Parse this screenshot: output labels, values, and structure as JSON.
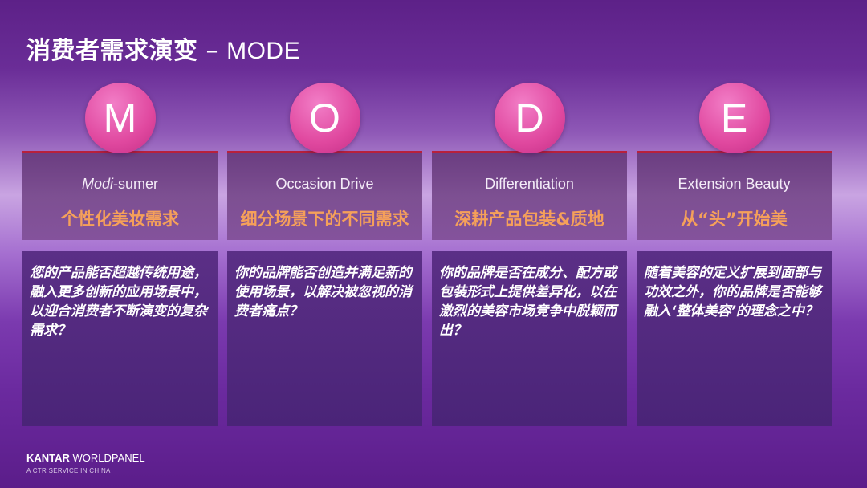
{
  "title": {
    "main": "消费者需求演变",
    "sep": " – ",
    "mode": "MODE"
  },
  "columns": [
    {
      "letter": "M",
      "subtitle_italic": "Modi",
      "subtitle_rest": "-sumer",
      "chinese": "个性化美妆需求",
      "question": "您的产品能否超越传统用途，融入更多创新的应用场景中，以迎合消费者不断演变的复杂需求？"
    },
    {
      "letter": "O",
      "subtitle_italic": "",
      "subtitle_rest": "Occasion Drive",
      "chinese": "细分场景下的不同需求",
      "question": "你的品牌能否创造并满足新的使用场景，以解决被忽视的消费者痛点？"
    },
    {
      "letter": "D",
      "subtitle_italic": "",
      "subtitle_rest": "Differentiation",
      "chinese": "深耕产品包装&质地",
      "question": "你的品牌是否在成分、配方或包装形式上提供差异化，以在激烈的美容市场竞争中脱颖而出？"
    },
    {
      "letter": "E",
      "subtitle_italic": "",
      "subtitle_rest": "Extension Beauty",
      "chinese": "从“头”开始美",
      "question": "随着美容的定义扩展到面部与功效之外，你的品牌是否能够融入‘整体美容’的理念之中？"
    }
  ],
  "brand": {
    "kantar": "KANTAR",
    "worldpanel": " WORLDPANEL",
    "tagline": "A CTR SERVICE IN CHINA"
  }
}
